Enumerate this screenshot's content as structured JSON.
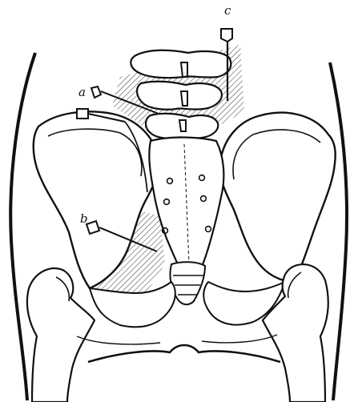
{
  "labels": {
    "a": "a",
    "b": "b",
    "c": "c"
  },
  "colors": {
    "ink": "#111111",
    "paper": "#ffffff",
    "hatch": "#333333"
  },
  "icons": [
    "needle-a",
    "needle-b",
    "needle-c"
  ]
}
